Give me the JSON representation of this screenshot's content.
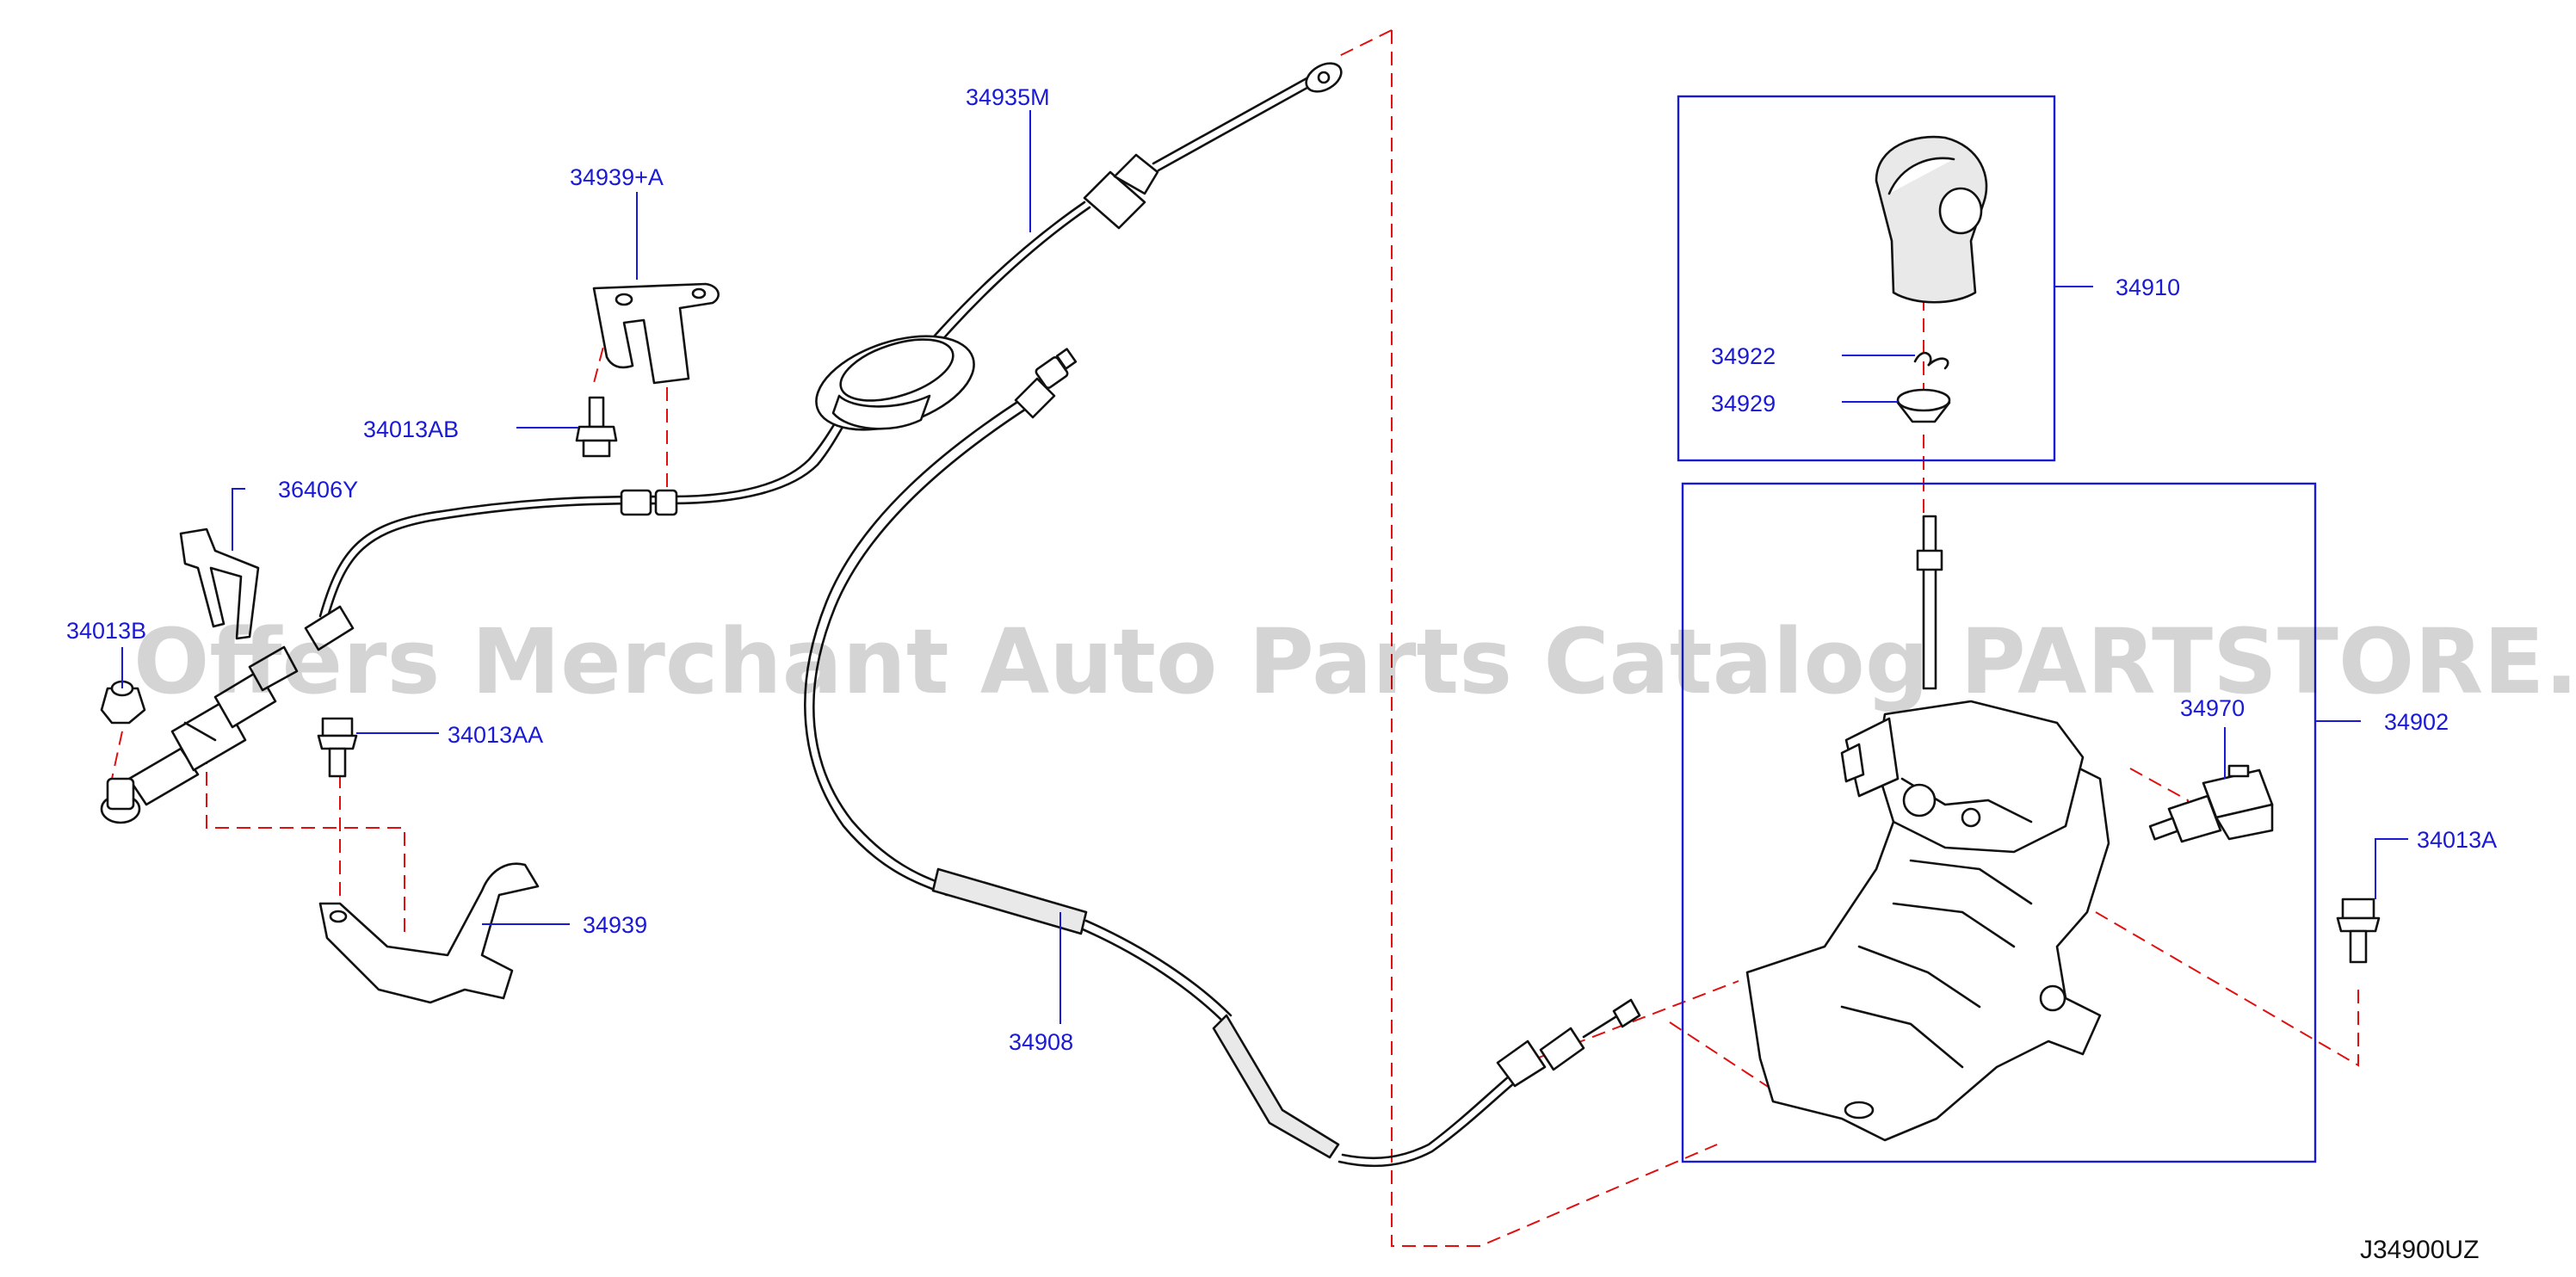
{
  "diagram": {
    "part_labels": {
      "p34935M": "34935M",
      "p34939A": "34939+A",
      "p34013AB": "34013AB",
      "p36406Y": "36406Y",
      "p34013B": "34013B",
      "p34013AA": "34013AA",
      "p34939": "34939",
      "p34908": "34908",
      "p34910": "34910",
      "p34922": "34922",
      "p34929": "34929",
      "p34970": "34970",
      "p34902": "34902",
      "p34013A": "34013A"
    },
    "diagram_code": "J34900UZ",
    "watermark": "Offers Merchant Auto Parts Catalog PARTSTORE.SA",
    "colors": {
      "callout": "#1a1ad6",
      "dashed_reference": "#e01010",
      "linework": "#111111"
    }
  }
}
